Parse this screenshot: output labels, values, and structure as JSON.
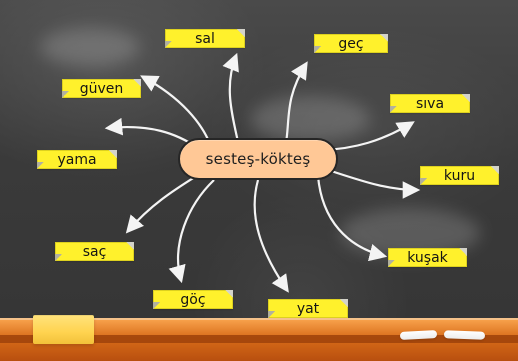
{
  "center": {
    "label": "sesteş-kökteş"
  },
  "words": {
    "sal": "sal",
    "gec": "geç",
    "guven": "güven",
    "siva": "sıva",
    "yama": "yama",
    "kuru": "kuru",
    "sac": "saç",
    "kusak": "kuşak",
    "goc": "göç",
    "yat": "yat"
  },
  "colors": {
    "board": "#3f3f3f",
    "note_fill": "#fff12c",
    "center_fill": "#ffc896",
    "tray": "#d76b18",
    "eraser": "#ffd34f",
    "chalk_line": "#f4f4f4"
  },
  "icons": {
    "arrow": "arrow-icon"
  }
}
